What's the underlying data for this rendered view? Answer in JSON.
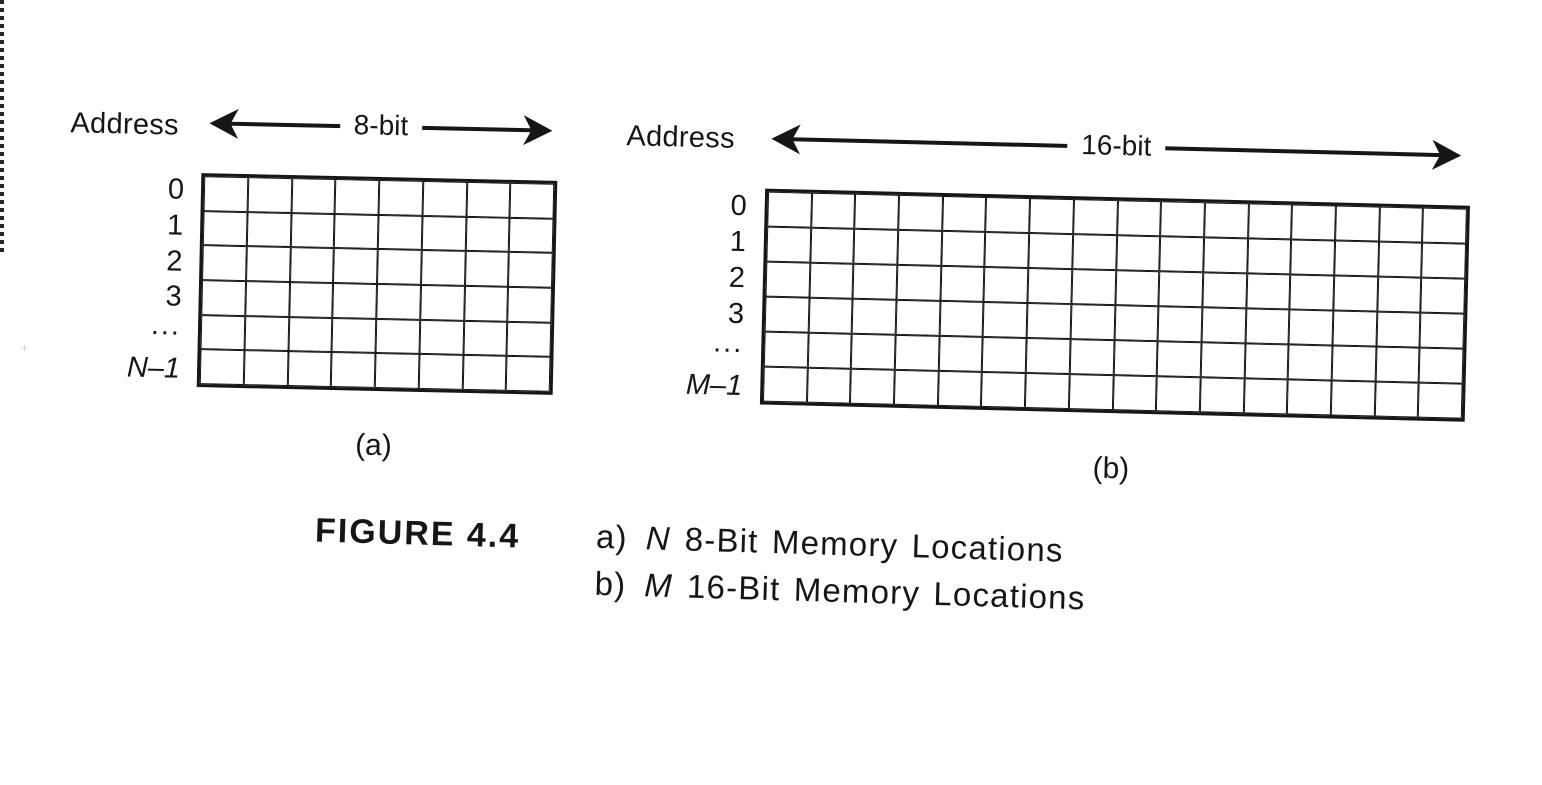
{
  "figure": {
    "panel_a": {
      "address_label": "Address",
      "bus_width_label": "8-bit",
      "row_labels": [
        "0",
        "1",
        "2",
        "3",
        "...",
        "N–1"
      ],
      "columns": 8,
      "rows": 6,
      "panel_tag": "(a)"
    },
    "panel_b": {
      "address_label": "Address",
      "bus_width_label": "16-bit",
      "row_labels": [
        "0",
        "1",
        "2",
        "3",
        "...",
        "M–1"
      ],
      "columns": 16,
      "rows": 6,
      "panel_tag": "(b)"
    },
    "caption": {
      "figure_label": "FIGURE 4.4",
      "lines": [
        {
          "prefix": "a)",
          "variable": "N",
          "text": "8-Bit Memory Locations"
        },
        {
          "prefix": "b)",
          "variable": "M",
          "text": "16-Bit Memory Locations"
        }
      ]
    },
    "colors": {
      "ink": "#161616",
      "paper": "#ffffff"
    }
  }
}
